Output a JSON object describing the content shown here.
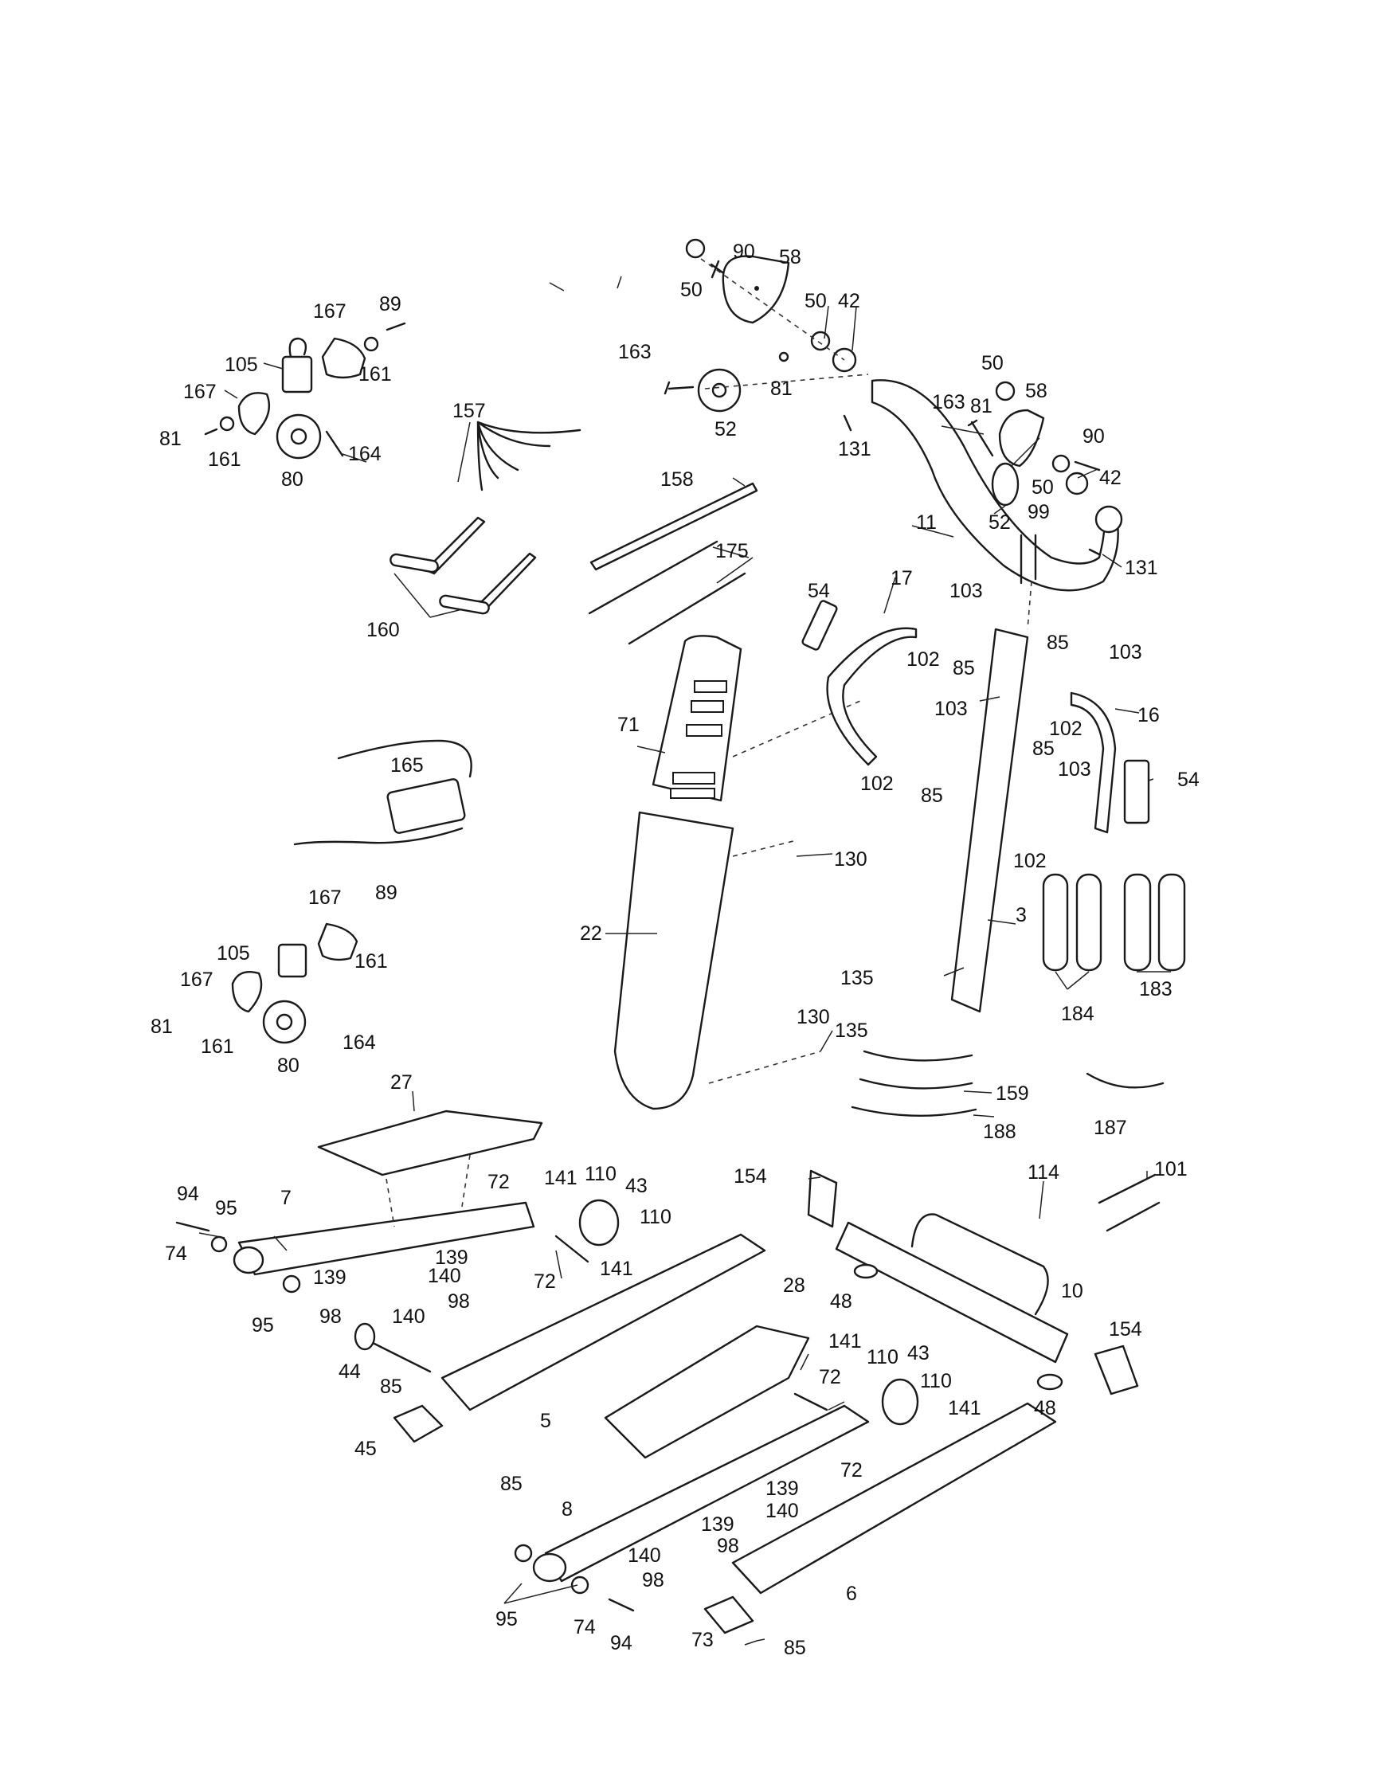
{
  "callouts": [
    {
      "id": "c-50-a",
      "text": "50"
    },
    {
      "id": "c-90-a",
      "text": "90"
    },
    {
      "id": "c-58-a",
      "text": "58"
    },
    {
      "id": "c-50-b",
      "text": "50"
    },
    {
      "id": "c-42-a",
      "text": "42"
    },
    {
      "id": "c-163-a",
      "text": "163"
    },
    {
      "id": "c-81-a",
      "text": "81"
    },
    {
      "id": "c-52-a",
      "text": "52"
    },
    {
      "id": "c-131-a",
      "text": "131"
    },
    {
      "id": "c-50-c",
      "text": "50"
    },
    {
      "id": "c-163-b",
      "text": "163"
    },
    {
      "id": "c-81-b",
      "text": "81"
    },
    {
      "id": "c-58-b",
      "text": "58"
    },
    {
      "id": "c-90-b",
      "text": "90"
    },
    {
      "id": "c-42-b",
      "text": "42"
    },
    {
      "id": "c-50-d",
      "text": "50"
    },
    {
      "id": "c-52-b",
      "text": "52"
    },
    {
      "id": "c-99",
      "text": "99"
    },
    {
      "id": "c-11",
      "text": "11"
    },
    {
      "id": "c-131-b",
      "text": "131"
    },
    {
      "id": "c-167-a",
      "text": "167"
    },
    {
      "id": "c-89-a",
      "text": "89"
    },
    {
      "id": "c-105-a",
      "text": "105"
    },
    {
      "id": "c-161-a",
      "text": "161"
    },
    {
      "id": "c-167-b",
      "text": "167"
    },
    {
      "id": "c-81-c",
      "text": "81"
    },
    {
      "id": "c-161-b",
      "text": "161"
    },
    {
      "id": "c-164-a",
      "text": "164"
    },
    {
      "id": "c-80-a",
      "text": "80"
    },
    {
      "id": "c-157",
      "text": "157"
    },
    {
      "id": "c-158",
      "text": "158"
    },
    {
      "id": "c-175",
      "text": "175"
    },
    {
      "id": "c-160",
      "text": "160"
    },
    {
      "id": "c-54-a",
      "text": "54"
    },
    {
      "id": "c-17",
      "text": "17"
    },
    {
      "id": "c-103-a",
      "text": "103"
    },
    {
      "id": "c-102-a",
      "text": "102"
    },
    {
      "id": "c-85-a",
      "text": "85"
    },
    {
      "id": "c-85-b",
      "text": "85"
    },
    {
      "id": "c-103-b",
      "text": "103"
    },
    {
      "id": "c-102-b",
      "text": "102"
    },
    {
      "id": "c-16",
      "text": "16"
    },
    {
      "id": "c-71",
      "text": "71"
    },
    {
      "id": "c-103-c",
      "text": "103"
    },
    {
      "id": "c-85-c",
      "text": "85"
    },
    {
      "id": "c-103-d",
      "text": "103"
    },
    {
      "id": "c-54-b",
      "text": "54"
    },
    {
      "id": "c-102-c",
      "text": "102"
    },
    {
      "id": "c-85-d",
      "text": "85"
    },
    {
      "id": "c-102-d",
      "text": "102"
    },
    {
      "id": "c-165",
      "text": "165"
    },
    {
      "id": "c-130-a",
      "text": "130"
    },
    {
      "id": "c-22",
      "text": "22"
    },
    {
      "id": "c-3",
      "text": "3"
    },
    {
      "id": "c-135-a",
      "text": "135"
    },
    {
      "id": "c-184",
      "text": "184"
    },
    {
      "id": "c-183",
      "text": "183"
    },
    {
      "id": "c-130-b",
      "text": "130"
    },
    {
      "id": "c-135-b",
      "text": "135"
    },
    {
      "id": "c-167-c",
      "text": "167"
    },
    {
      "id": "c-89-b",
      "text": "89"
    },
    {
      "id": "c-105-b",
      "text": "105"
    },
    {
      "id": "c-161-c",
      "text": "161"
    },
    {
      "id": "c-167-d",
      "text": "167"
    },
    {
      "id": "c-81-d",
      "text": "81"
    },
    {
      "id": "c-161-d",
      "text": "161"
    },
    {
      "id": "c-164-b",
      "text": "164"
    },
    {
      "id": "c-80-b",
      "text": "80"
    },
    {
      "id": "c-159",
      "text": "159"
    },
    {
      "id": "c-188",
      "text": "188"
    },
    {
      "id": "c-187",
      "text": "187"
    },
    {
      "id": "c-27",
      "text": "27"
    },
    {
      "id": "c-72-a",
      "text": "72"
    },
    {
      "id": "c-141-a",
      "text": "141"
    },
    {
      "id": "c-110-a",
      "text": "110"
    },
    {
      "id": "c-43-a",
      "text": "43"
    },
    {
      "id": "c-110-b",
      "text": "110"
    },
    {
      "id": "c-141-b",
      "text": "141"
    },
    {
      "id": "c-72-b",
      "text": "72"
    },
    {
      "id": "c-154-a",
      "text": "154"
    },
    {
      "id": "c-114",
      "text": "114"
    },
    {
      "id": "c-101",
      "text": "101"
    },
    {
      "id": "c-94-a",
      "text": "94"
    },
    {
      "id": "c-95-a",
      "text": "95"
    },
    {
      "id": "c-7",
      "text": "7"
    },
    {
      "id": "c-74-a",
      "text": "74"
    },
    {
      "id": "c-139-a",
      "text": "139"
    },
    {
      "id": "c-139-b",
      "text": "139"
    },
    {
      "id": "c-140-a",
      "text": "140"
    },
    {
      "id": "c-98-a",
      "text": "98"
    },
    {
      "id": "c-98-b",
      "text": "98"
    },
    {
      "id": "c-140-b",
      "text": "140"
    },
    {
      "id": "c-95-b",
      "text": "95"
    },
    {
      "id": "c-48-a",
      "text": "48"
    },
    {
      "id": "c-10",
      "text": "10"
    },
    {
      "id": "c-154-b",
      "text": "154"
    },
    {
      "id": "c-48-b",
      "text": "48"
    },
    {
      "id": "c-28",
      "text": "28"
    },
    {
      "id": "c-141-c",
      "text": "141"
    },
    {
      "id": "c-110-c",
      "text": "110"
    },
    {
      "id": "c-43-b",
      "text": "43"
    },
    {
      "id": "c-72-c",
      "text": "72"
    },
    {
      "id": "c-110-d",
      "text": "110"
    },
    {
      "id": "c-141-d",
      "text": "141"
    },
    {
      "id": "c-72-d",
      "text": "72"
    },
    {
      "id": "c-44",
      "text": "44"
    },
    {
      "id": "c-85-e",
      "text": "85"
    },
    {
      "id": "c-5",
      "text": "5"
    },
    {
      "id": "c-45",
      "text": "45"
    },
    {
      "id": "c-85-f",
      "text": "85"
    },
    {
      "id": "c-139-c",
      "text": "139"
    },
    {
      "id": "c-140-c",
      "text": "140"
    },
    {
      "id": "c-8",
      "text": "8"
    },
    {
      "id": "c-139-d",
      "text": "139"
    },
    {
      "id": "c-98-c",
      "text": "98"
    },
    {
      "id": "c-140-d",
      "text": "140"
    },
    {
      "id": "c-98-d",
      "text": "98"
    },
    {
      "id": "c-6",
      "text": "6"
    },
    {
      "id": "c-95-c",
      "text": "95"
    },
    {
      "id": "c-74-b",
      "text": "74"
    },
    {
      "id": "c-94-b",
      "text": "94"
    },
    {
      "id": "c-73",
      "text": "73"
    },
    {
      "id": "c-85-g",
      "text": "85"
    }
  ]
}
